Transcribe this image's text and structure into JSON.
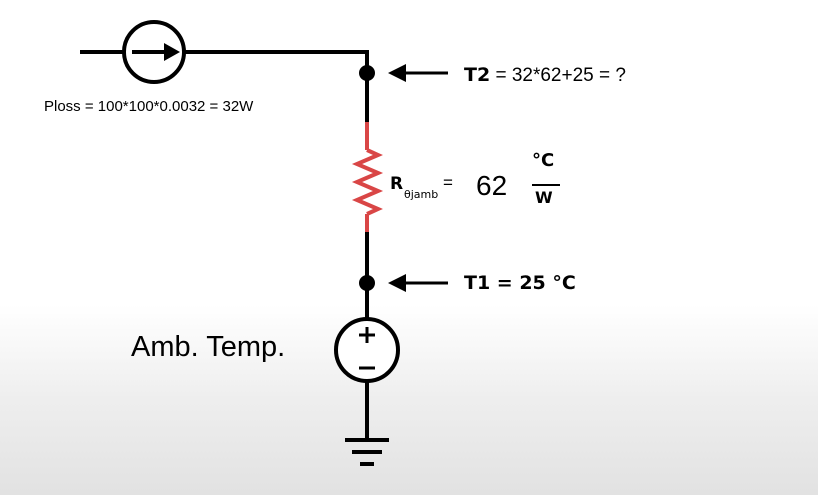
{
  "labels": {
    "ploss": "Ploss = 100*100*0.0032 = 32W",
    "t2_symbol": "T2",
    "t2_expression": " = 32*62+25 = ?",
    "t1": "T1 = 25  °C",
    "r_symbol": "R",
    "r_subscript": "θjamb",
    "r_equals": "=",
    "r_value": "62",
    "unit_numerator": "°C",
    "unit_denominator": "W",
    "amb_temp": "Amb. Temp."
  },
  "source_signs": {
    "plus": "+",
    "minus": "−"
  },
  "colors": {
    "wire": "#000000",
    "resistor": "#d94646"
  }
}
